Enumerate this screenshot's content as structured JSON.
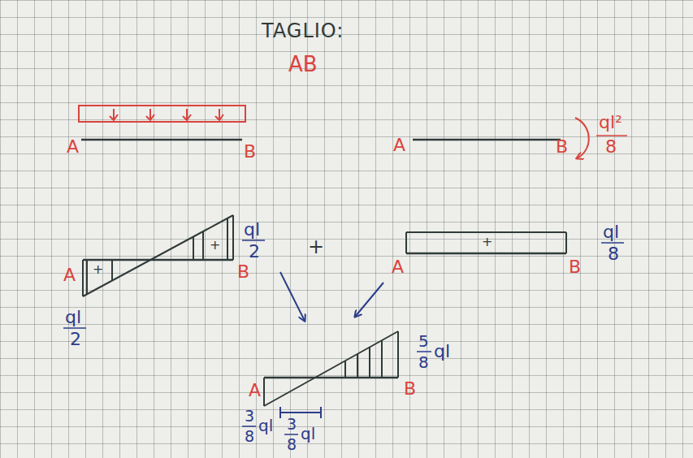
{
  "diagram": {
    "title": "TAGLIO:",
    "labels": [
      "AB",
      "A",
      "B",
      "A",
      "B",
      "ql²",
      "8",
      "ql",
      "2",
      "+",
      "ql",
      "8",
      "A",
      "+",
      "+",
      "B",
      "A",
      "+",
      "B",
      "ql",
      "2",
      "5",
      "8",
      "ql",
      "A",
      "B",
      "3",
      "8",
      "ql",
      "3",
      "8",
      "ql"
    ]
  }
}
